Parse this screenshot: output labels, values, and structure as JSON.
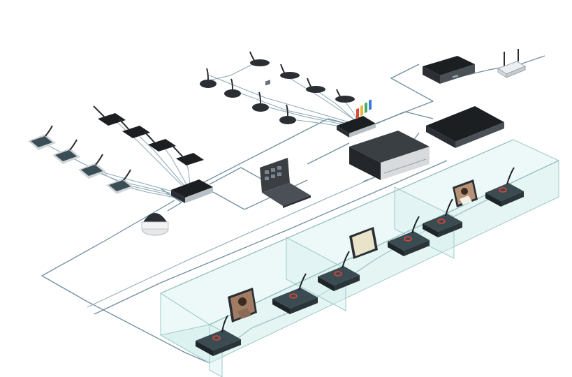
{
  "diagram": {
    "colors": {
      "cable": "#6f8f9e",
      "glass": "#d8f0ef",
      "device": "#2b2f33",
      "mic_led": "#e0443a"
    },
    "components": [
      {
        "name": "rack-server-unit"
      },
      {
        "name": "network-box"
      },
      {
        "name": "wifi-router"
      },
      {
        "name": "flat-rack-unit"
      },
      {
        "name": "switch-hub-upper"
      },
      {
        "name": "switch-hub-left"
      },
      {
        "name": "laptop"
      },
      {
        "name": "dome-camera"
      },
      {
        "name": "gooseneck-microphones-upper"
      },
      {
        "name": "delegate-units-left"
      },
      {
        "name": "tablet-displays"
      },
      {
        "name": "desk-delegate-units"
      },
      {
        "name": "glass-partitions"
      }
    ]
  }
}
